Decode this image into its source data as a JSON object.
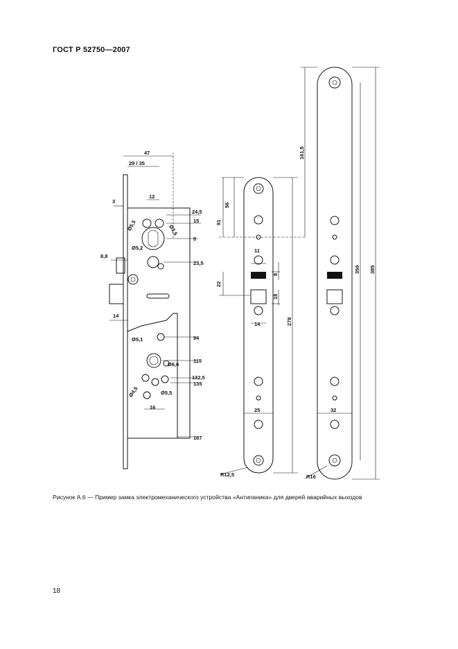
{
  "header": {
    "standard": "ГОСТ Р 52750—2007"
  },
  "figure": {
    "dims_lock": {
      "d47": "47",
      "d29_35": "29 / 35",
      "d12": "12",
      "d3": "3",
      "d24_5": "24,5",
      "d15": "15",
      "d0": "0",
      "dia5_5": "Ø5,5",
      "dia3_5": "Ø3,5",
      "dia5_2": "Ø5,2",
      "d8_8": "8,8",
      "d23_5": "23,5",
      "d14": "14",
      "dia5_1": "Ø5,1",
      "d94": "94",
      "dia6_6": "Ø6,6",
      "d115": "115",
      "d132_5": "132,5",
      "d135": "135",
      "dia4_5": "Ø4,5",
      "dia5_5b": "Ø5,5",
      "d16": "16",
      "d187": "187"
    },
    "dims_strike": {
      "d56": "56",
      "d91": "91",
      "d11": "11",
      "d22": "22",
      "d8": "8",
      "d18": "18",
      "d14": "14",
      "d278": "278",
      "d25": "25",
      "r12_5": "R12,5"
    },
    "dims_plate": {
      "d161_5": "161,5",
      "d359": "359",
      "d385": "385",
      "d32": "32",
      "r16": "R16"
    }
  },
  "caption": "Рисунок А.6 — Пример замка электромеханического устройства «Антипаника» для дверей аварийных выходов",
  "page_number": "18"
}
